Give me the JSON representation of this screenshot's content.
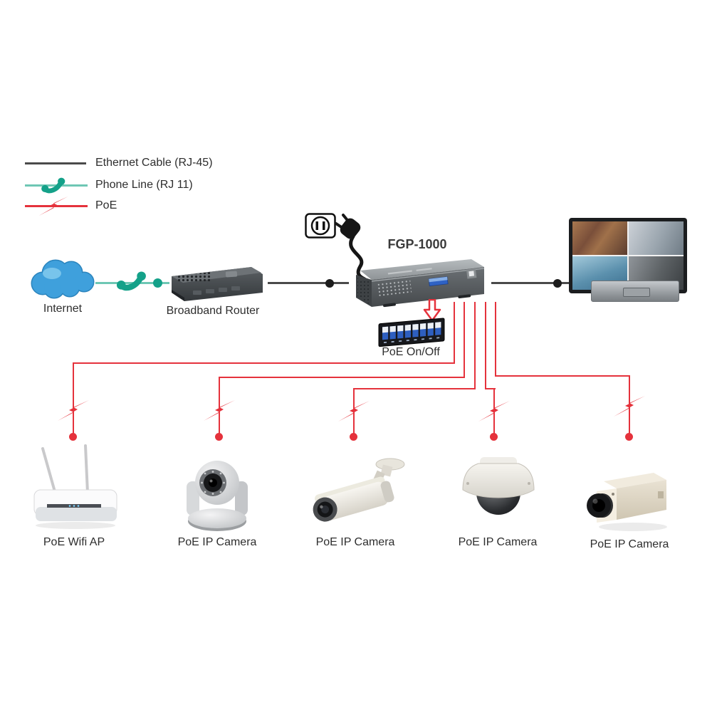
{
  "legend": {
    "items": [
      {
        "label": "Ethernet Cable (RJ-45)",
        "color": "#4a4a4a",
        "icon": "line"
      },
      {
        "label": "Phone Line (RJ 11)",
        "color": "#6ec7b4",
        "icon": "phone-handset-icon"
      },
      {
        "label": "PoE",
        "color": "#e5323c",
        "icon": "lightning-bolt-icon"
      }
    ]
  },
  "network": {
    "internet_label": "Internet",
    "router_label": "Broadband Router",
    "switch_label": "FGP-1000",
    "dip_label": "PoE On/Off"
  },
  "devices": [
    {
      "label": "PoE Wifi AP",
      "type": "wifi-access-point"
    },
    {
      "label": "PoE IP Camera",
      "type": "ptz-ip-camera"
    },
    {
      "label": "PoE IP Camera",
      "type": "bullet-ip-camera"
    },
    {
      "label": "PoE IP Camera",
      "type": "dome-ip-camera"
    },
    {
      "label": "PoE IP Camera",
      "type": "box-ip-camera"
    }
  ],
  "colors": {
    "ethernet": "#4a4a4a",
    "phone_line": "#6ec7b4",
    "phone_icon": "#14a189",
    "poe": "#e5323c",
    "cloud": "#3fa0dc"
  }
}
